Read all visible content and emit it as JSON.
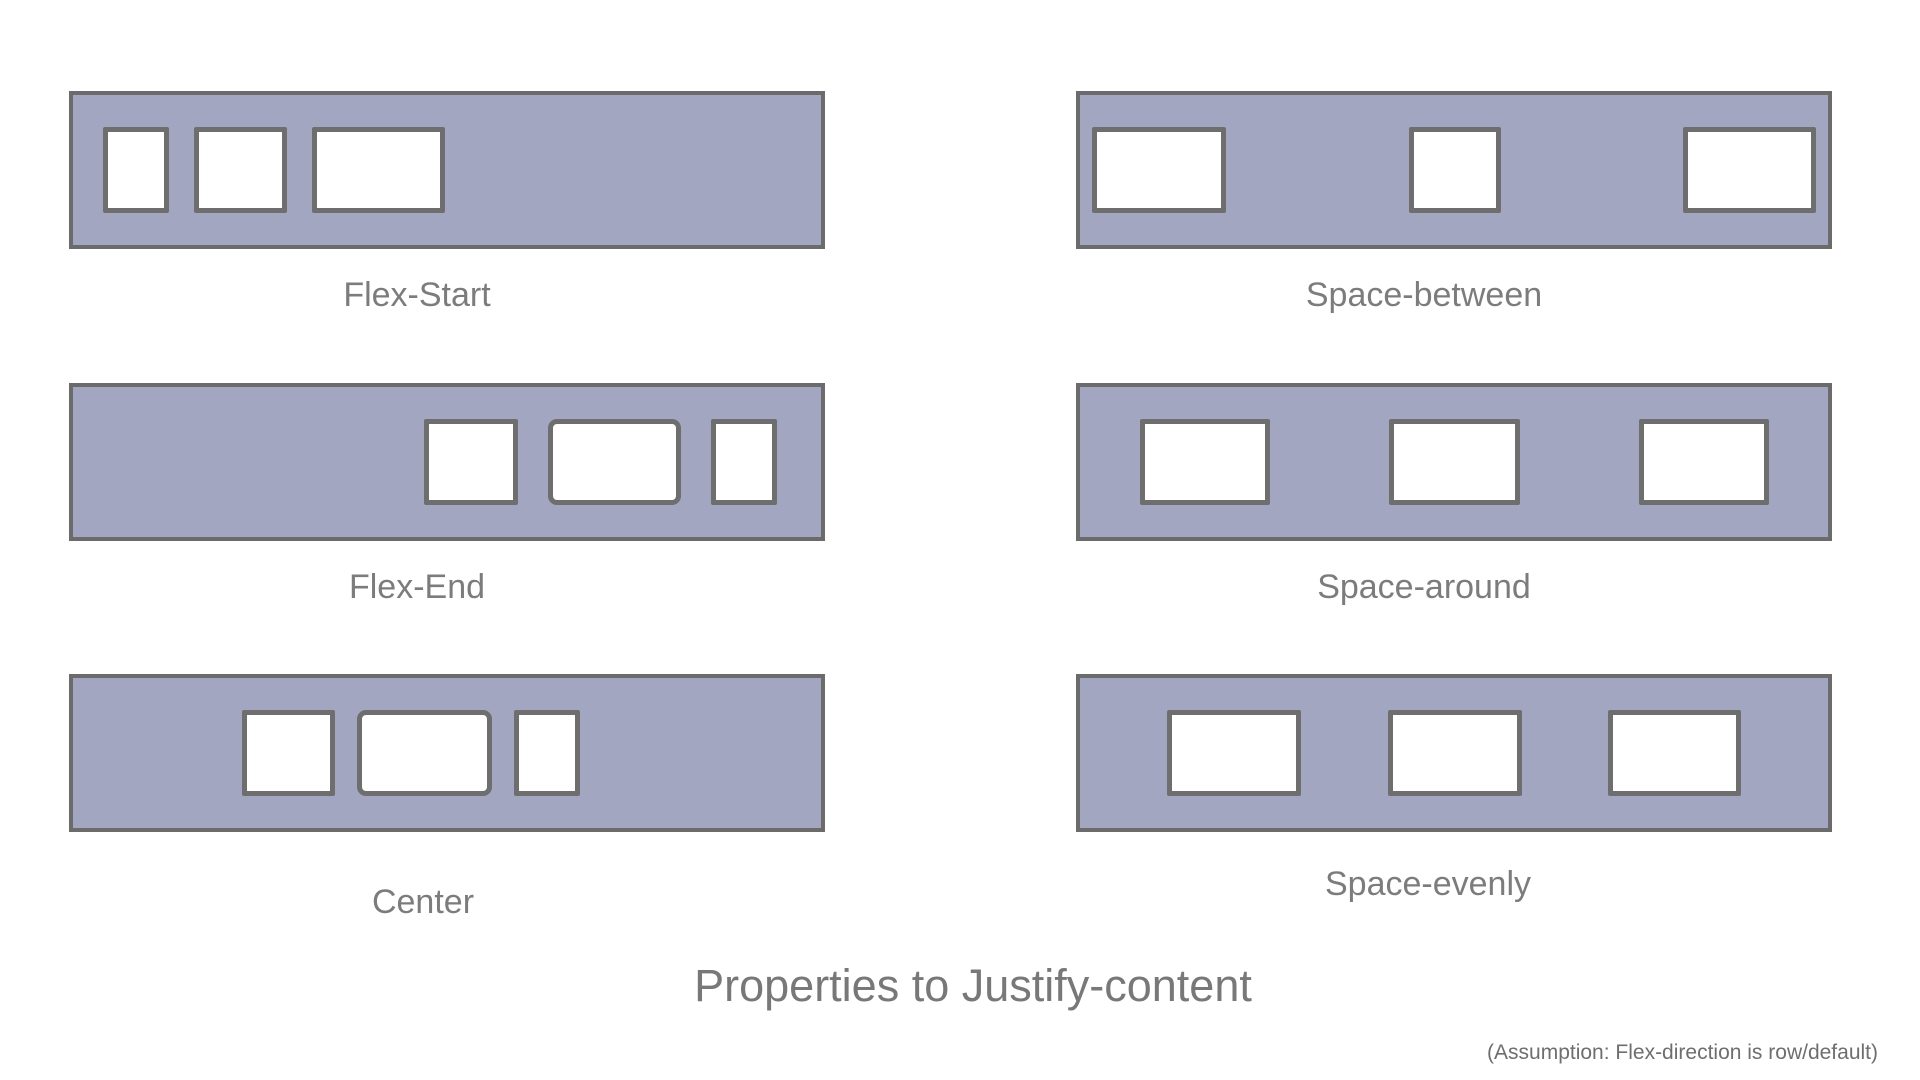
{
  "diagram": {
    "title": "Properties to Justify-content",
    "assumption_note": "(Assumption: Flex-direction is row/default)",
    "colors": {
      "background": "#ffffff",
      "bar_fill": "#a2a6c1",
      "bar_border": "#6b6b6b",
      "box_fill": "#ffffff",
      "box_border": "#6e6e6e",
      "label_text": "#7c7c7c",
      "title_text": "#787878",
      "note_text": "#6e6e6e"
    },
    "panels": [
      {
        "id": "flex-start",
        "label": "Flex-Start",
        "justify": "flex-start",
        "column": "left",
        "row": 0,
        "boxes": [
          {
            "w": 66
          },
          {
            "w": 93
          },
          {
            "w": 133
          }
        ]
      },
      {
        "id": "flex-end",
        "label": "Flex-End",
        "justify": "flex-end",
        "column": "left",
        "row": 1,
        "boxes": [
          {
            "w": 94
          },
          {
            "w": 133,
            "rounded": true
          },
          {
            "w": 66
          }
        ]
      },
      {
        "id": "center",
        "label": "Center",
        "justify": "center",
        "column": "left",
        "row": 2,
        "boxes": [
          {
            "w": 93
          },
          {
            "w": 135,
            "rounded": true
          },
          {
            "w": 66
          }
        ]
      },
      {
        "id": "space-between",
        "label": "Space-between",
        "justify": "space-between",
        "column": "right",
        "row": 0,
        "boxes": [
          {
            "w": 134
          },
          {
            "w": 92
          },
          {
            "w": 133
          }
        ]
      },
      {
        "id": "space-around",
        "label": "Space-around",
        "justify": "space-around",
        "column": "right",
        "row": 1,
        "boxes": [
          {
            "w": 130
          },
          {
            "w": 131
          },
          {
            "w": 130
          }
        ]
      },
      {
        "id": "space-evenly",
        "label": "Space-evenly",
        "justify": "space-evenly",
        "column": "right",
        "row": 2,
        "boxes": [
          {
            "w": 134
          },
          {
            "w": 134
          },
          {
            "w": 133
          }
        ]
      }
    ]
  }
}
